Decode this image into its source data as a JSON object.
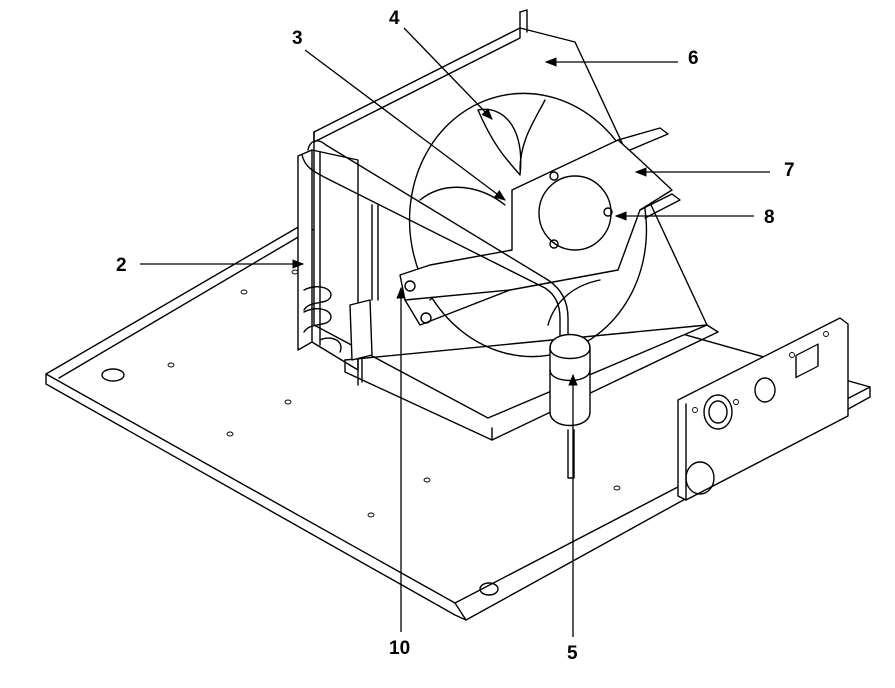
{
  "diagram": {
    "callouts": [
      {
        "id": "2",
        "label": "2"
      },
      {
        "id": "3",
        "label": "3"
      },
      {
        "id": "4",
        "label": "4"
      },
      {
        "id": "5",
        "label": "5"
      },
      {
        "id": "6",
        "label": "6"
      },
      {
        "id": "7",
        "label": "7"
      },
      {
        "id": "8",
        "label": "8"
      },
      {
        "id": "10",
        "label": "10"
      }
    ]
  }
}
